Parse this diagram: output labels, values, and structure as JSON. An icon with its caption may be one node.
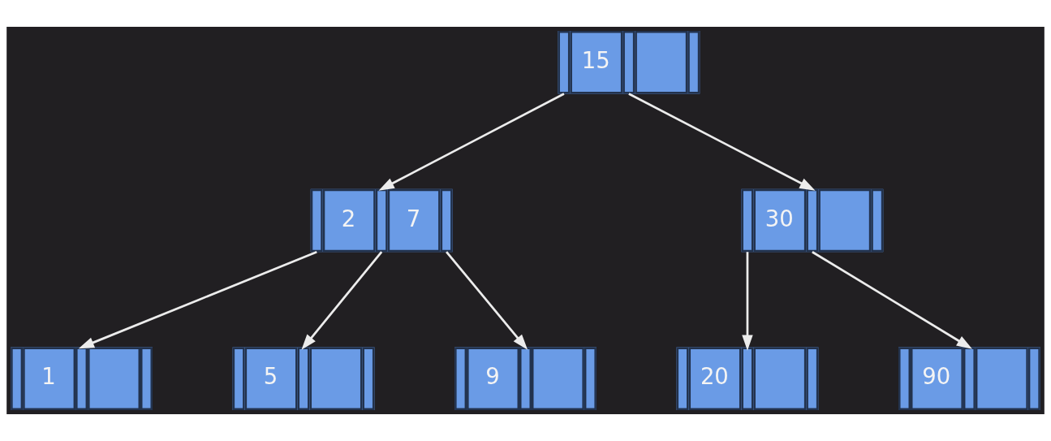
{
  "diagram": {
    "nodes": [
      {
        "text": [
          "15"
        ]
      },
      {
        "text": [
          "2",
          "7"
        ]
      },
      {
        "text": [
          "30"
        ]
      },
      {
        "text": [
          "1"
        ]
      },
      {
        "text": [
          "5"
        ]
      },
      {
        "text": [
          "9"
        ]
      },
      {
        "text": [
          "20"
        ]
      },
      {
        "text": [
          "90"
        ]
      }
    ],
    "edges": [
      {
        "from": 0,
        "to": 1,
        "arrow": "to"
      },
      {
        "from": 0,
        "to": 2,
        "arrow": "to"
      },
      {
        "from": 1,
        "to": 3,
        "arrow": "to"
      },
      {
        "from": 1,
        "to": 4,
        "arrow": "to"
      },
      {
        "from": 1,
        "to": 5,
        "arrow": "to"
      },
      {
        "from": 2,
        "to": 6,
        "arrow": "to"
      },
      {
        "from": 2,
        "to": 7,
        "arrow": "to"
      }
    ]
  }
}
